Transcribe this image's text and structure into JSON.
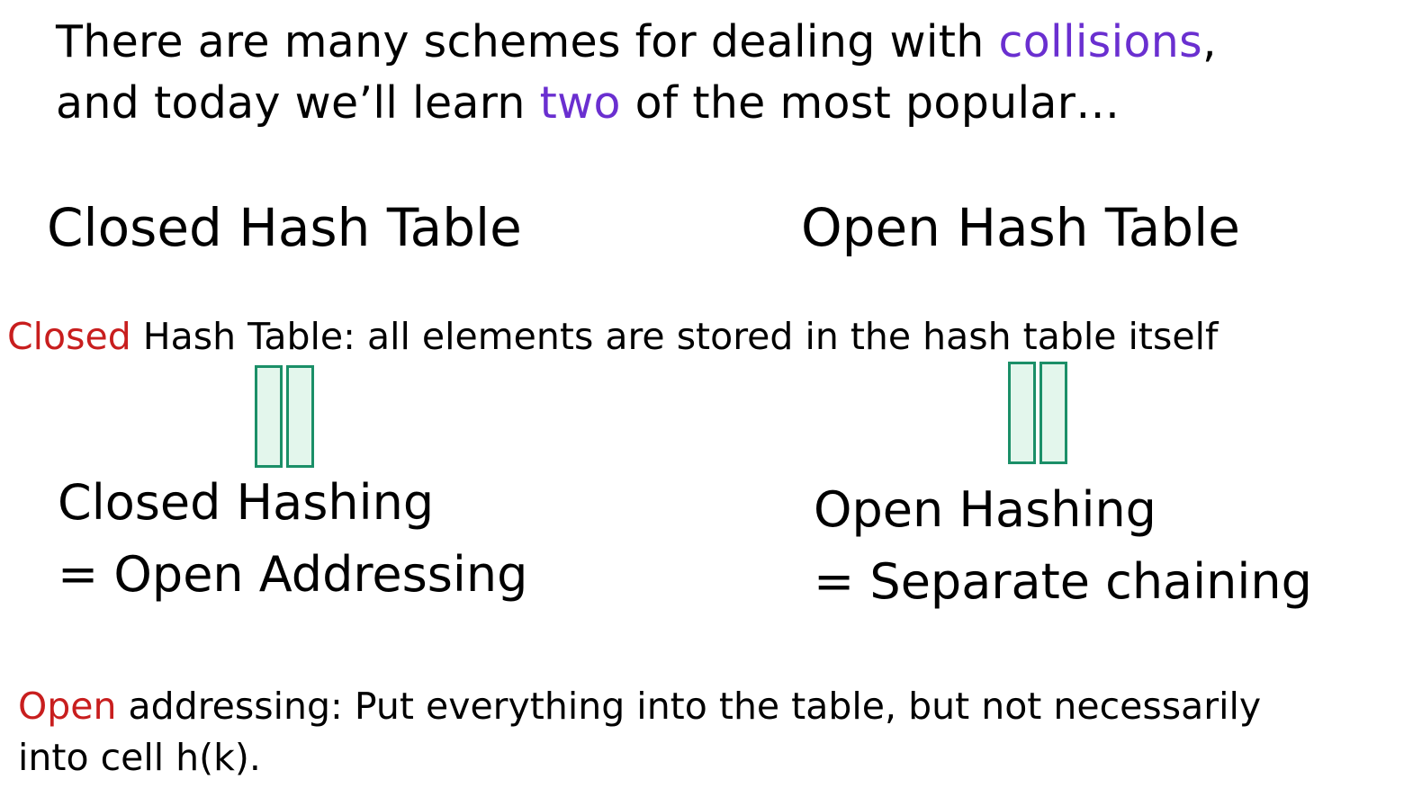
{
  "colors": {
    "text": "#000000",
    "highlight_purple": "#6a2fd0",
    "highlight_red": "#c81e1e",
    "equal_sign_stroke": "#1b8f68",
    "equal_sign_fill": "#e3f6ec"
  },
  "intro": {
    "line1_prefix": "There are many schemes for dealing with ",
    "line1_highlight": "collisions",
    "line1_suffix": ",",
    "line2_prefix": "and today we’ll learn ",
    "line2_highlight": "two",
    "line2_suffix": " of the most popular…"
  },
  "headings": {
    "closed": "Closed Hash Table",
    "open": "Open Hash Table"
  },
  "definition": {
    "highlight": "Closed",
    "rest": " Hash Table: all elements are stored in the hash table itself"
  },
  "closed_side": {
    "line1": "Closed Hashing",
    "line2": "= Open Addressing"
  },
  "open_side": {
    "line1": "Open Hashing",
    "line2": "= Separate chaining"
  },
  "footer": {
    "highlight": "Open",
    "line1_rest": " addressing: Put everything into the table, but not necessarily",
    "line2": "into cell h(k)."
  }
}
